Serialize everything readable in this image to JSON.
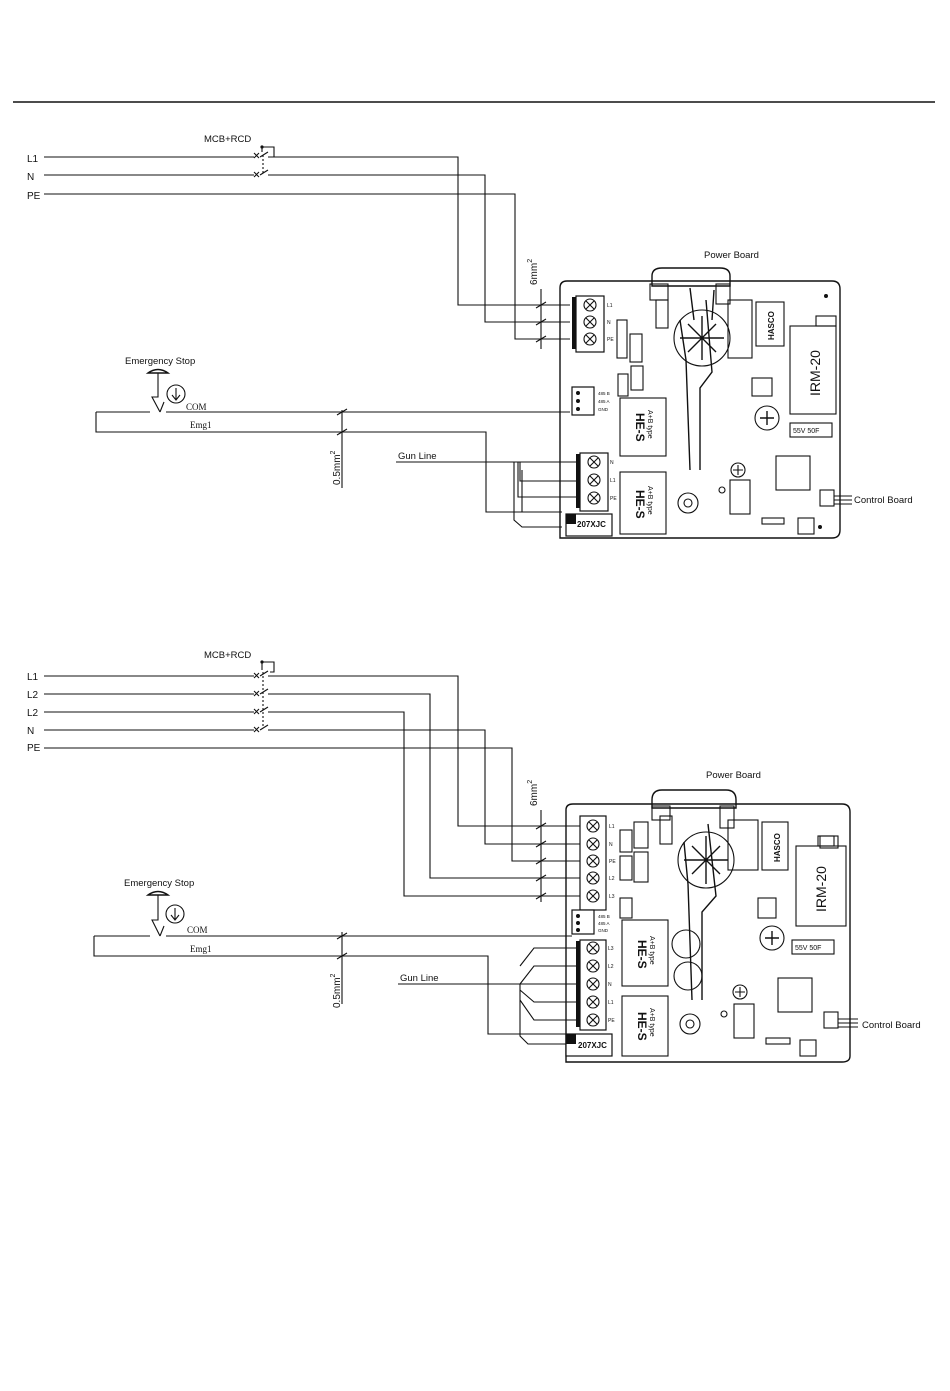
{
  "diagram1": {
    "breaker_label": "MCB+RCD",
    "lines": [
      "L1",
      "N",
      "PE"
    ],
    "cable_label": "6mm",
    "cable_sup": "2",
    "estop_label": "Emergency Stop",
    "com_label": "COM",
    "emg_label": "Emg1",
    "signal_cable_label": "0.5mm",
    "signal_cable_sup": "2",
    "gun_line_label": "Gun Line",
    "power_board_label": "Power Board",
    "control_board_label": "Control Board",
    "terminal_labels": [
      "L1",
      "N",
      "PE"
    ],
    "gun_terminal_labels": [
      "N",
      "L1",
      "PE"
    ],
    "module_label": "HE-S",
    "module_type": "A+B type",
    "relay_label": "HASCO",
    "psu_label": "IRM-20",
    "cap_label": "55V 50F",
    "chip_label": "207XJC",
    "rs485_labels": [
      "485 B",
      "485 A",
      "GND"
    ]
  },
  "diagram2": {
    "breaker_label": "MCB+RCD",
    "lines": [
      "L1",
      "L2",
      "L2",
      "N",
      "PE"
    ],
    "cable_label": "6mm",
    "cable_sup": "2",
    "estop_label": "Emergency Stop",
    "com_label": "COM",
    "emg_label": "Emg1",
    "signal_cable_label": "0.5mm",
    "signal_cable_sup": "2",
    "gun_line_label": "Gun Line",
    "power_board_label": "Power Board",
    "control_board_label": "Control Board",
    "terminal_labels": [
      "L1",
      "N",
      "PE",
      "L2",
      "L3"
    ],
    "gun_terminal_labels": [
      "L3",
      "L2",
      "N",
      "L1",
      "PE"
    ],
    "module_label": "HE-S",
    "module_type": "A+B type",
    "relay_label": "HASCO",
    "psu_label": "IRM-20",
    "cap_label": "55V 50F",
    "chip_label": "207XJC",
    "rs485_labels": [
      "485 B",
      "485 A",
      "GND"
    ]
  }
}
